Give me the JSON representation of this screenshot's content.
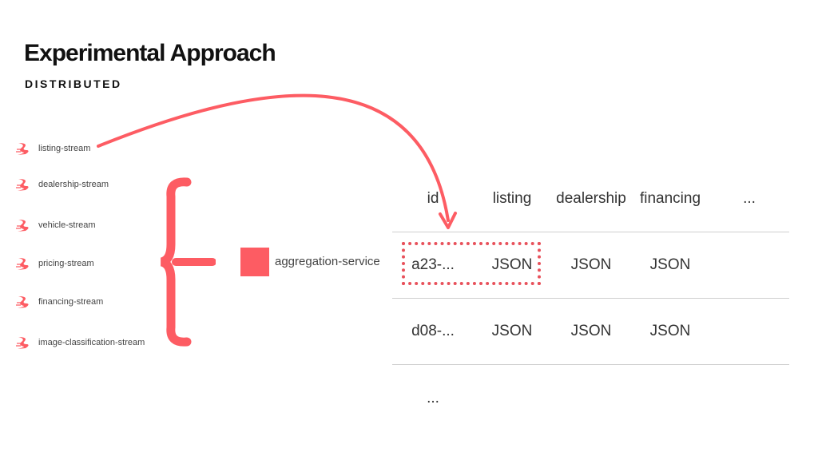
{
  "header": {
    "title": "Experimental Approach",
    "subtitle": "DISTRIBUTED"
  },
  "streams": [
    {
      "label": "listing-stream",
      "icon": "stream-icon"
    },
    {
      "label": "dealership-stream",
      "icon": "stream-icon"
    },
    {
      "label": "vehicle-stream",
      "icon": "stream-icon"
    },
    {
      "label": "pricing-stream",
      "icon": "stream-icon"
    },
    {
      "label": "financing-stream",
      "icon": "stream-icon"
    },
    {
      "label": "image-classification-stream",
      "icon": "stream-icon"
    }
  ],
  "service": {
    "label": "aggregation-service"
  },
  "table": {
    "headers": [
      "id",
      "listing",
      "dealership",
      "financing",
      "..."
    ],
    "rows": [
      [
        "a23-...",
        "JSON",
        "JSON",
        "JSON"
      ],
      [
        "d08-...",
        "JSON",
        "JSON",
        "JSON"
      ]
    ],
    "more": "..."
  },
  "colors": {
    "accent": "#fd5c63",
    "text": "#333333",
    "divider": "#cfcfcf"
  }
}
